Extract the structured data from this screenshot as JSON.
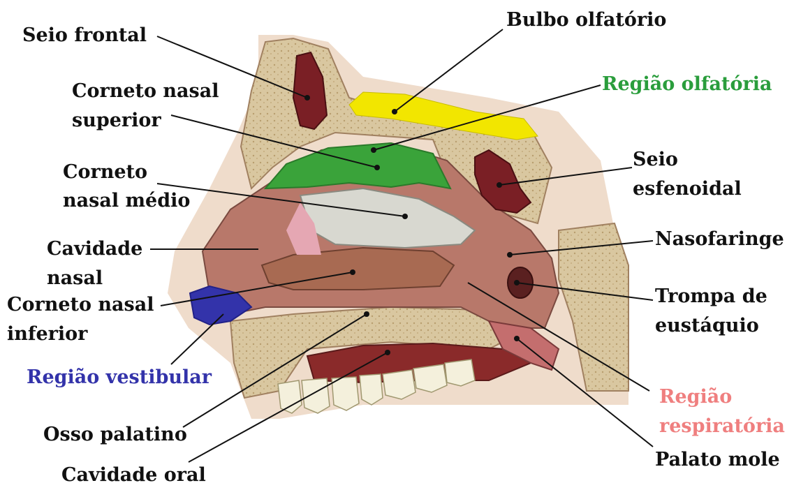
{
  "labels": {
    "seio_frontal": "Seio frontal",
    "bulbo_olfatorio": "Bulbo olfatório",
    "regiao_olfatoria": "Região olfatória",
    "corneto_superior_1": "Corneto nasal",
    "corneto_superior_2": "superior",
    "corneto_medio_1": "Corneto",
    "corneto_medio_2": "nasal médio",
    "seio_esfenoidal_1": "Seio",
    "seio_esfenoidal_2": "esfenoidal",
    "nasofaringe": "Nasofaringe",
    "cavidade_nasal_1": "Cavidade",
    "cavidade_nasal_2": "nasal",
    "corneto_inferior_1": "Corneto nasal",
    "corneto_inferior_2": "inferior",
    "trompa_1": "Trompa de",
    "trompa_2": "eustáquio",
    "regiao_vestibular": "Região vestibular",
    "regiao_respiratoria_1": "Região",
    "regiao_respiratoria_2": "respiratória",
    "osso_palatino": "Osso palatino",
    "palato_mole": "Palato mole",
    "cavidade_oral": "Cavidade oral"
  },
  "colors": {
    "label_text": "#111111",
    "olfactory_region": "#3aa33a",
    "vestibular_region": "#3333aa",
    "respiratory_region": "#ef7f7f",
    "olfactory_bulb": "#f2e600",
    "sinus": "#7a1f25",
    "bone": "#d9c7a0",
    "mucosa": "#b8786a",
    "middle_turbinate": "#d8d8d0",
    "inferior_turbinate": "#a86a52",
    "oral_cavity": "#8a2a2a",
    "teeth": "#f4f0dc"
  }
}
